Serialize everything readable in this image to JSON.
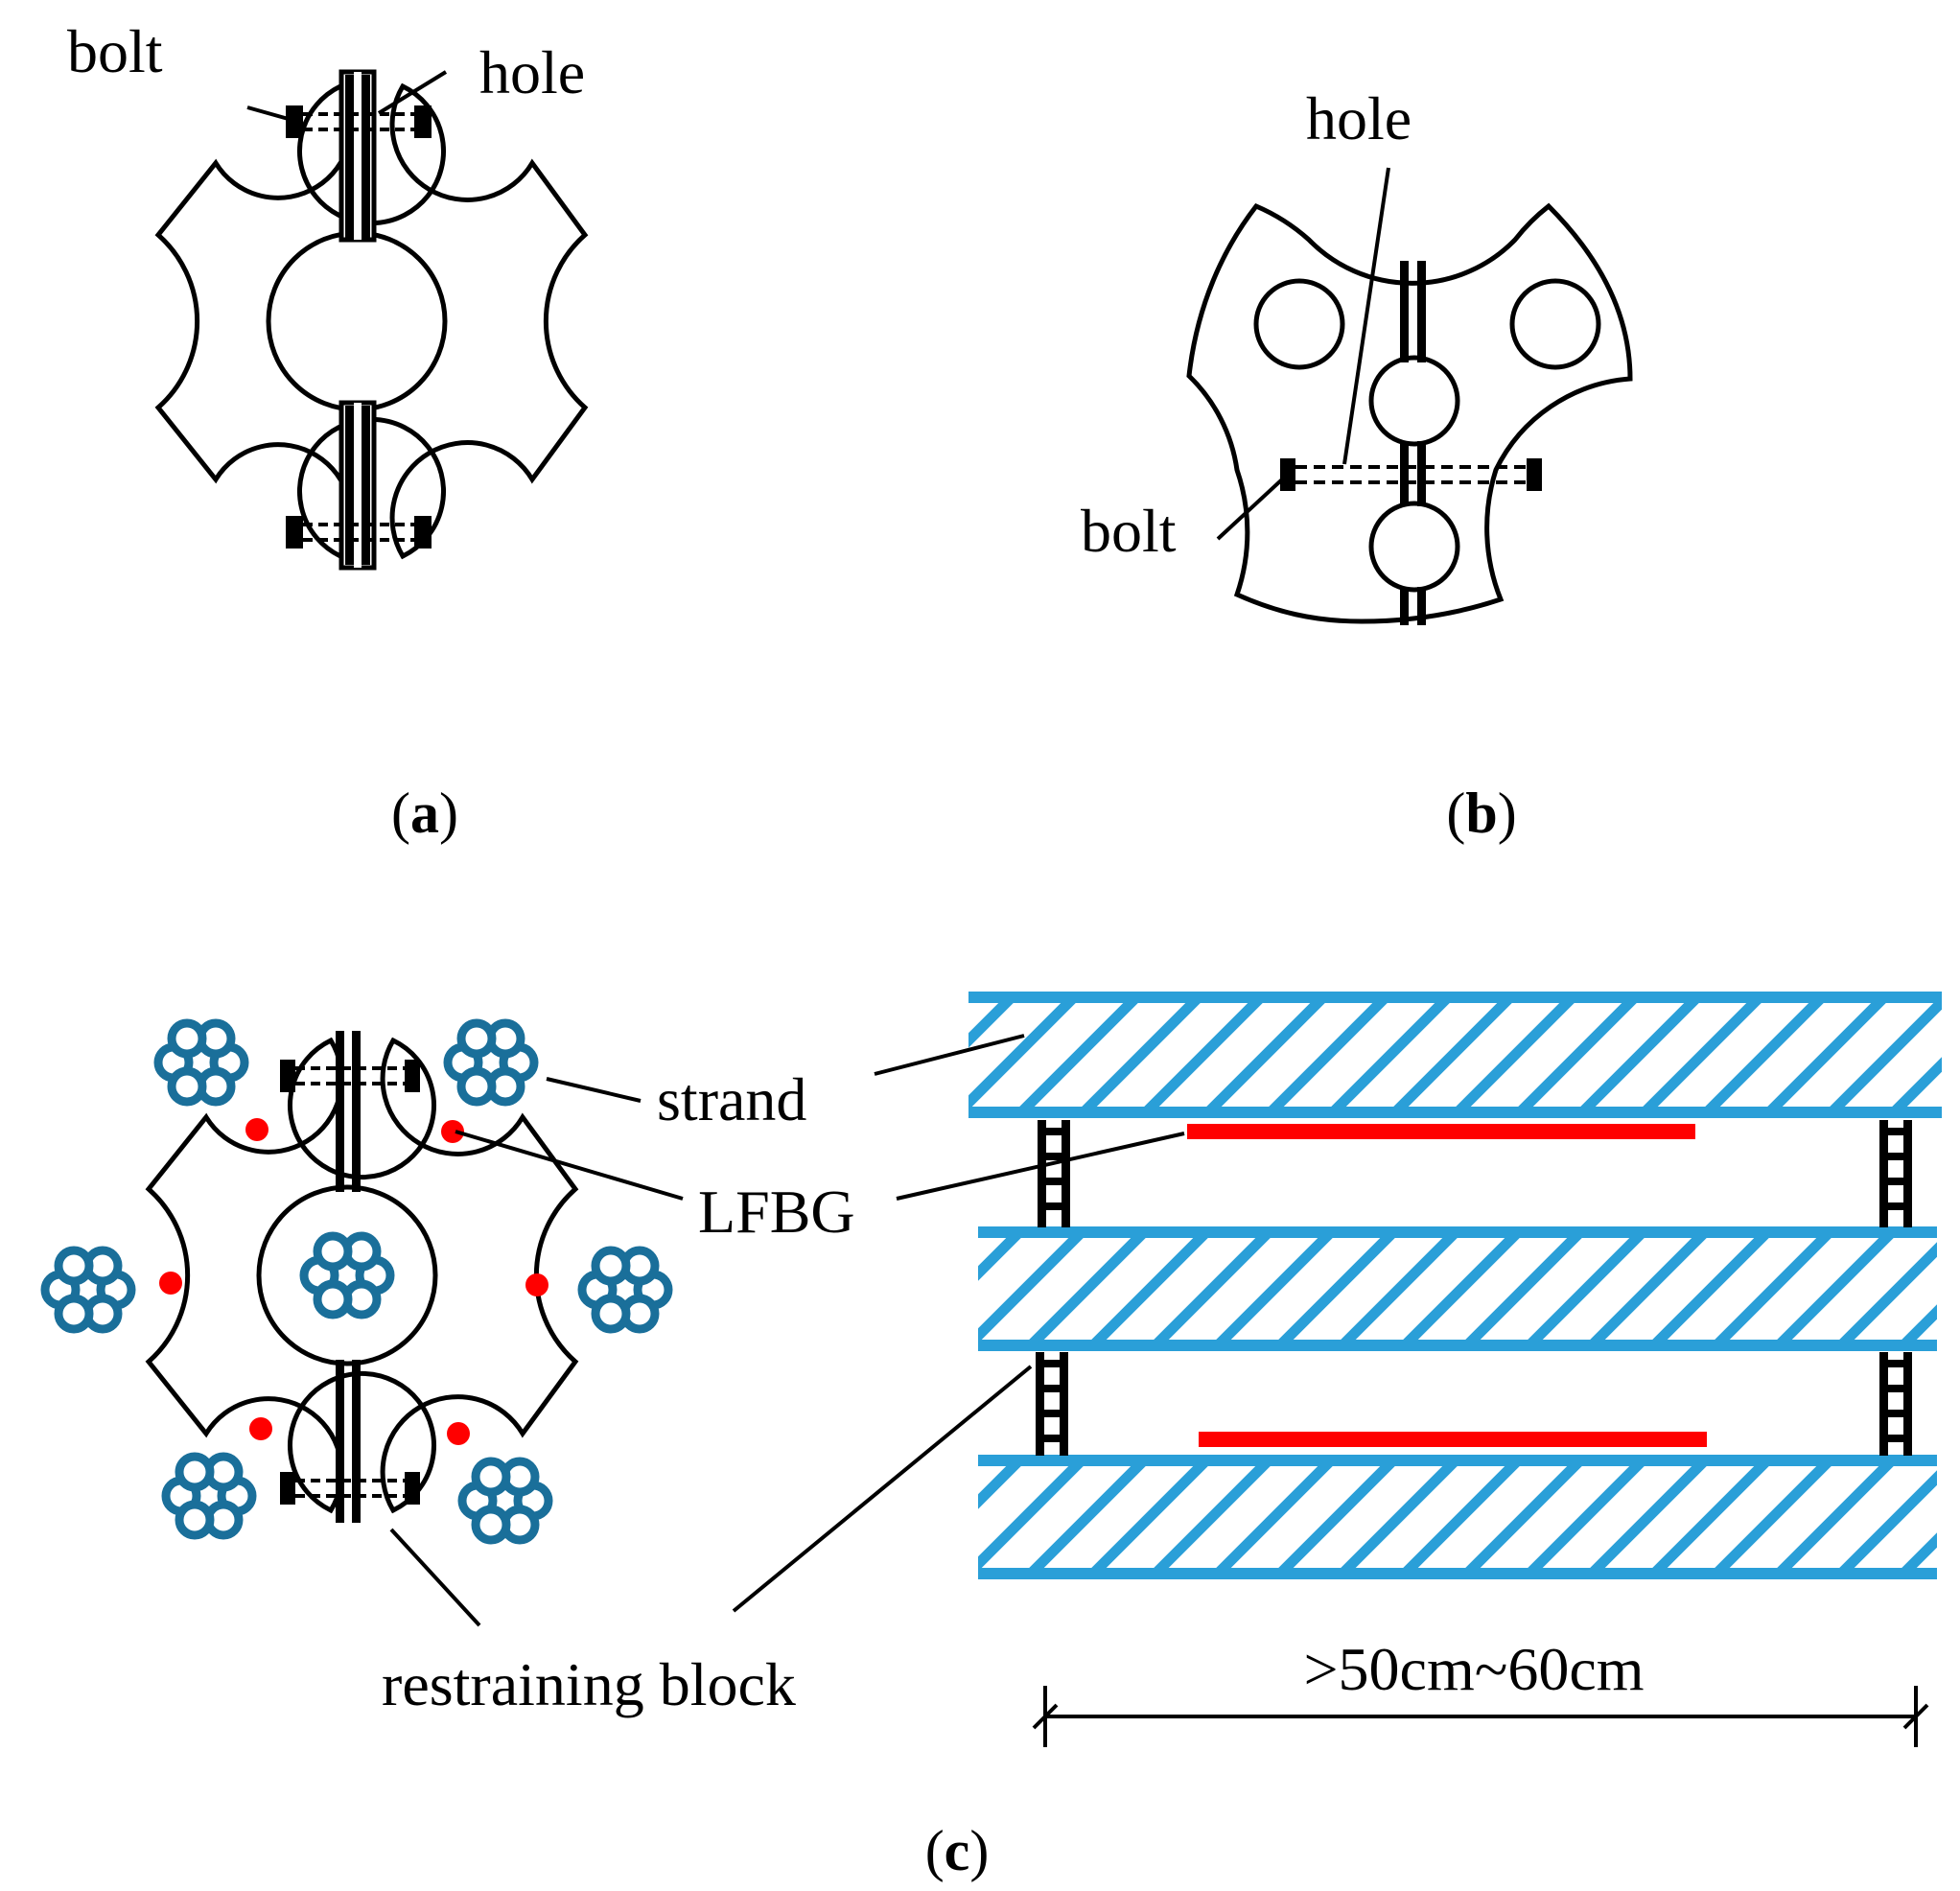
{
  "colors": {
    "outline": "#000000",
    "strand": "#2a9fd8",
    "wire": "#1a6f9a",
    "lfbg": "#ff0000",
    "background": "#ffffff"
  },
  "panel_a": {
    "bolt_label": "bolt",
    "hole_label": "hole",
    "caption_open": "(",
    "caption_letter": "a",
    "caption_close": ")"
  },
  "panel_b": {
    "hole_label": "hole",
    "bolt_label": "bolt",
    "caption_open": "(",
    "caption_letter": "b",
    "caption_close": ")"
  },
  "panel_c": {
    "strand_label": "strand",
    "lfbg_label": "LFBG",
    "block_label": "restraining block",
    "dimension_label": ">50cm~60cm",
    "caption_open": "(",
    "caption_letter": "c",
    "caption_close": ")"
  }
}
